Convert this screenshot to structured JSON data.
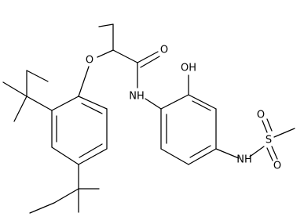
{
  "atoms": {
    "o_carbonyl": "O",
    "o_ether": "O",
    "oh": "OH",
    "nh_amide": "NH",
    "nh_sulfonamide": "NH",
    "s": "S",
    "o_s1": "O",
    "o_s2": "O"
  }
}
